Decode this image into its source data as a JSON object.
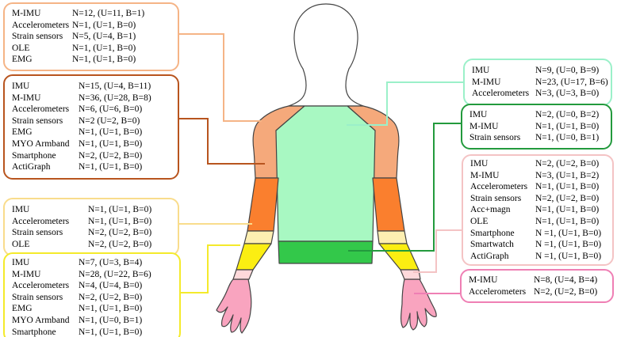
{
  "colors": {
    "shoulder": "#f5a97b",
    "upper_arm": "#fa7f2e",
    "elbow": "#fdefb1",
    "forearm": "#fbee12",
    "wrist": "#fed9db",
    "hand": "#f9a4bf",
    "torso": "#a8f8c2",
    "waist": "#33c84a",
    "skin": "#ffffff",
    "outline": "#444444"
  },
  "boxes": [
    {
      "region": "shoulder",
      "border": "#f5b486",
      "rows": [
        {
          "sensor": "M-IMU",
          "count": "N=12, (U=11, B=1)"
        },
        {
          "sensor": "Accelerometers",
          "count": "N=1, (U=1, B=0)"
        },
        {
          "sensor": "Strain sensors",
          "count": "N=5, (U=4, B=1)"
        },
        {
          "sensor": "OLE",
          "count": "N=1, (U=1, B=0)"
        },
        {
          "sensor": "EMG",
          "count": "N=1, (U=1, B=0)"
        }
      ]
    },
    {
      "region": "upper-arm",
      "border": "#b8541e",
      "rows": [
        {
          "sensor": "IMU",
          "count": "N=15, (U=4, B=11)"
        },
        {
          "sensor": "M-IMU",
          "count": "N=36, (U=28, B=8)"
        },
        {
          "sensor": "Accelerometers",
          "count": "N=6, (U=6, B=0)"
        },
        {
          "sensor": "Strain sensors",
          "count": "N=2 (U=2, B=0)"
        },
        {
          "sensor": "EMG",
          "count": "N=1, (U=1, B=0)"
        },
        {
          "sensor": "MYO Armband",
          "count": "N=1, (U=1, B=0)"
        },
        {
          "sensor": "Smartphone",
          "count": "N=2, (U=2, B=0)"
        },
        {
          "sensor": "ActiGraph",
          "count": "N=1, (U=1, B=0)"
        }
      ]
    },
    {
      "region": "elbow",
      "border": "#f9dc8c",
      "rows": [
        {
          "sensor": "IMU",
          "count": "N=1, (U=1, B=0)"
        },
        {
          "sensor": "Accelerometers",
          "count": "N=1, (U=1, B=0)"
        },
        {
          "sensor": "Strain sensors",
          "count": "N=2, (U=2, B=0)"
        },
        {
          "sensor": "OLE",
          "count": "N=2, (U=2, B=0)"
        }
      ]
    },
    {
      "region": "forearm",
      "border": "#f4ea2b",
      "rows": [
        {
          "sensor": "IMU",
          "count": "N=7, (U=3, B=4)"
        },
        {
          "sensor": "M-IMU",
          "count": "N=28, (U=22, B=6)"
        },
        {
          "sensor": "Accelerometers",
          "count": "N=4, (U=4, B=0)"
        },
        {
          "sensor": "Strain sensors",
          "count": "N=2, (U=2, B=0)"
        },
        {
          "sensor": "EMG",
          "count": "N=1, (U=1, B=0)"
        },
        {
          "sensor": "MYO Armband",
          "count": "N=1, (U=0, B=1)"
        },
        {
          "sensor": "Smartphone",
          "count": "N=1, (U=1, B=0)"
        }
      ]
    },
    {
      "region": "torso",
      "border": "#9bf0c9",
      "rows": [
        {
          "sensor": "IMU",
          "count": "N=9, (U=0, B=9)"
        },
        {
          "sensor": "M-IMU",
          "count": "N=23, (U=17, B=6)"
        },
        {
          "sensor": "Accelerometers",
          "count": "N=3, (U=3, B=0)"
        }
      ]
    },
    {
      "region": "waist",
      "border": "#239a3d",
      "rows": [
        {
          "sensor": "IMU",
          "count": "N=2, (U=0, B=2)"
        },
        {
          "sensor": "M-IMU",
          "count": "N=1, (U=1, B=0)"
        },
        {
          "sensor": "Strain sensors",
          "count": "N=1, (U=0, B=1)"
        }
      ]
    },
    {
      "region": "wrist",
      "border": "#f4c3c4",
      "rows": [
        {
          "sensor": "IMU",
          "count": "N=2, (U=2, B=0)"
        },
        {
          "sensor": "M-IMU",
          "count": "N=3, (U=1, B=2)"
        },
        {
          "sensor": "Accelerometers",
          "count": "N=1, (U=1, B=0)"
        },
        {
          "sensor": "Strain sensors",
          "count": "N=2, (U=2, B=0)"
        },
        {
          "sensor": "Acc+magn",
          "count": "N=1, (U=1, B=0)"
        },
        {
          "sensor": "OLE",
          "count": "N=1, (U=1, B=0)"
        },
        {
          "sensor": "Smartphone",
          "count": "N =1, (U=1, B=0)"
        },
        {
          "sensor": "Smartwatch",
          "count": "N =1, (U=1, B=0)"
        },
        {
          "sensor": "ActiGraph",
          "count": "N =1, (U=1, B=0)"
        }
      ]
    },
    {
      "region": "hand",
      "border": "#ef7fb4",
      "rows": [
        {
          "sensor": "M-IMU",
          "count": "N=8, (U=4, B=4)"
        },
        {
          "sensor": "Accelerometers",
          "count": "N=2, (U=2, B=0)"
        }
      ]
    }
  ]
}
